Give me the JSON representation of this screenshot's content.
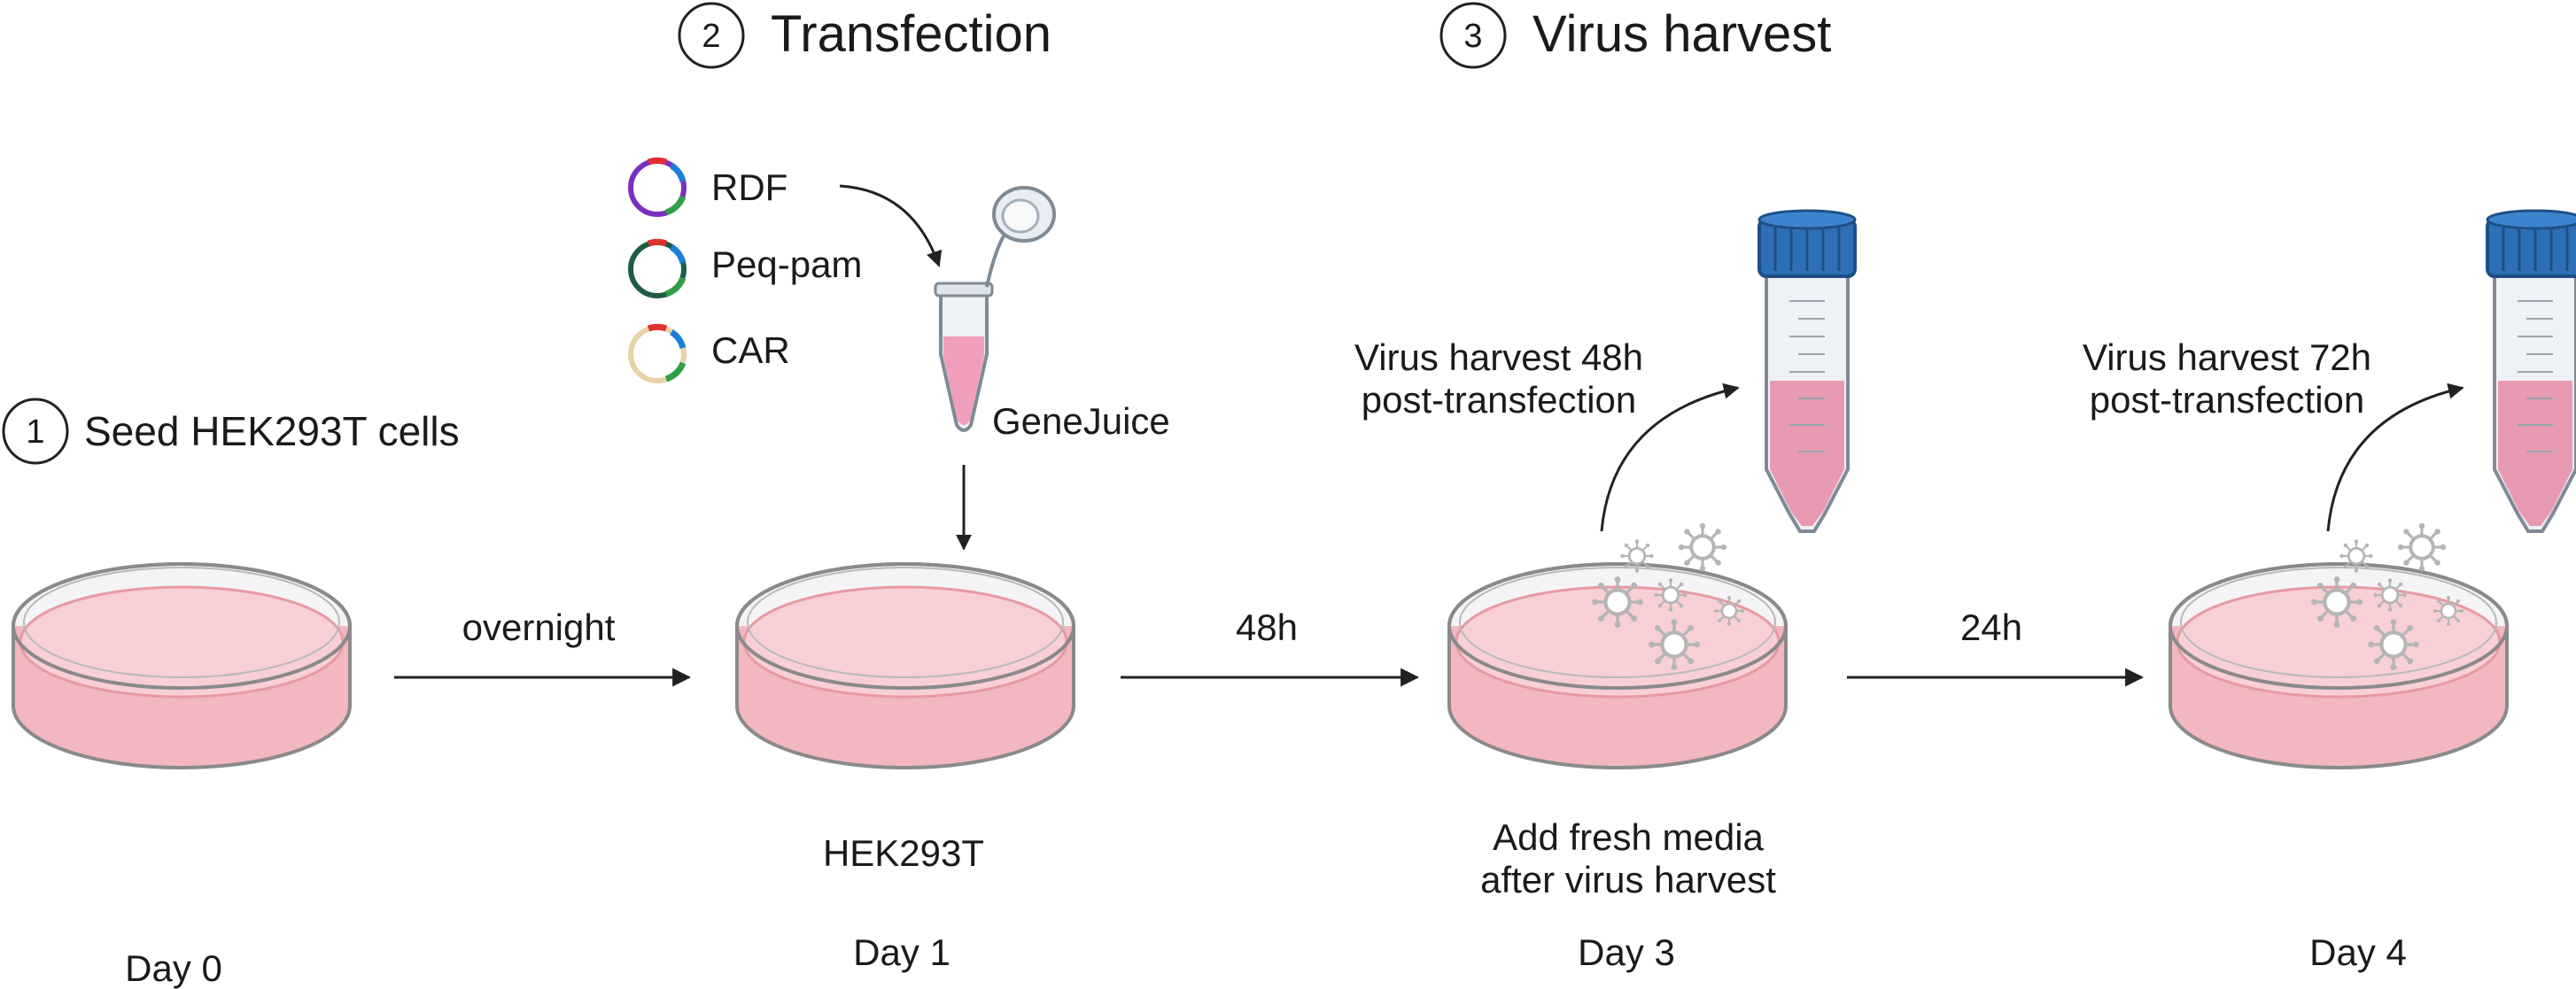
{
  "steps": [
    {
      "number": "1",
      "label": "Seed HEK293T cells"
    },
    {
      "number": "2",
      "label": "Transfection"
    },
    {
      "number": "3",
      "label": "Virus harvest"
    }
  ],
  "plasmids": [
    {
      "label": "RDF",
      "color": "#7b2fbe"
    },
    {
      "label": "Peq-pam",
      "color": "#1f5c45"
    },
    {
      "label": "CAR",
      "color": "#e6d3a8"
    }
  ],
  "reagent_label": "GeneJuice",
  "cell_label": "HEK293T",
  "intervals": [
    "overnight",
    "48h",
    "24h"
  ],
  "days": [
    "Day 0",
    "Day 1",
    "Day 3",
    "Day 4"
  ],
  "harvests": [
    {
      "line1": "Virus harvest 48h",
      "line2": "post-transfection"
    },
    {
      "line1": "Virus harvest 72h",
      "line2": "post-transfection"
    }
  ],
  "fresh_media": {
    "line1": "Add fresh media",
    "line2": "after virus harvest"
  },
  "colors": {
    "media": "#f7c9cd",
    "media_edge": "#e79aa3",
    "tube_cap": "#2e6fb5",
    "tube_liquid": "#e68ba6",
    "virus": "#bdbdbd",
    "arrow": "#222222"
  }
}
